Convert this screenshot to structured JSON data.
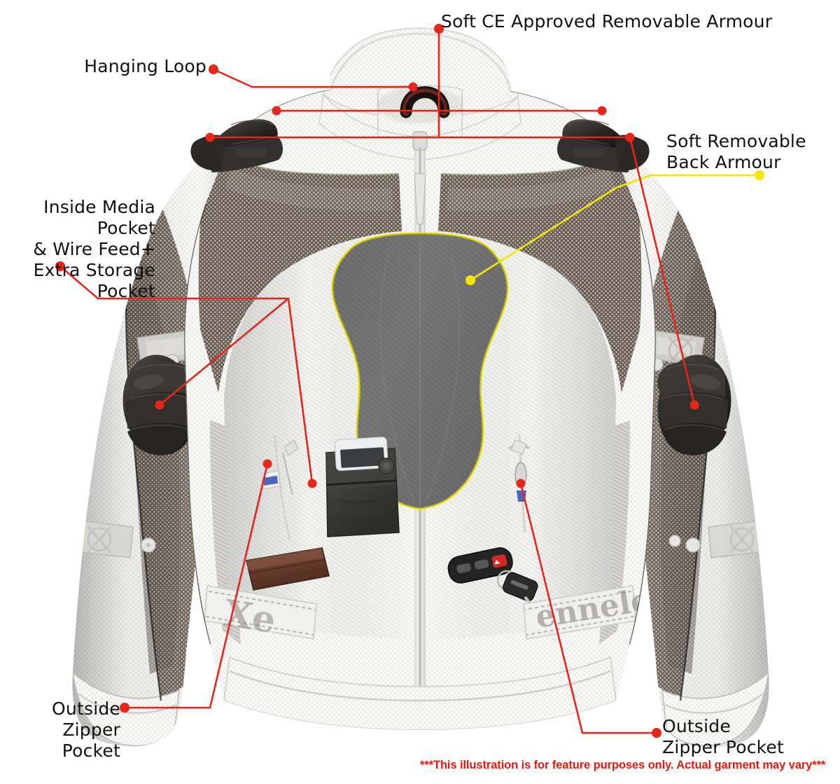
{
  "illustration": {
    "title": "Motorcycle Mesh Jacket Feature Illustration",
    "disclaimer": "***This illustration is for feature purposes only.  Actual garment may vary***",
    "colors": {
      "leader_red": "#e8251c",
      "leader_yellow": "#f2e800",
      "label_text": "#111111",
      "disclaimer_red": "#e01b12",
      "mesh_white": "#f2f2f0",
      "mesh_grey": "#c9c9c6",
      "mesh_brown": "#6d6158",
      "armour_black": "#2a2724",
      "back_armour_grey": "#6f6f6f",
      "wallet_brown": "#6d4233",
      "pocket_dark": "#3c3c3a",
      "phone_white": "#eceef0",
      "key_red": "#cf2b22",
      "zip_blue": "#2f4fb5"
    },
    "callouts": [
      {
        "id": "soft-ce-approved-removable-armour",
        "text": "Soft CE Approved Removable Armour",
        "leader_color": "#e8251c",
        "align": "left"
      },
      {
        "id": "hanging-loop",
        "text": "Hanging Loop",
        "leader_color": "#e8251c",
        "align": "right"
      },
      {
        "id": "soft-removable-back-armour",
        "text": "Soft Removable\nBack Armour",
        "leader_color": "#f2e800",
        "align": "left"
      },
      {
        "id": "inside-media-pocket",
        "text": "Inside Media Pocket\n& Wire Feed+\nExtra Storage Pocket",
        "leader_color": "#e8251c",
        "align": "right"
      },
      {
        "id": "outside-zipper-pocket-left",
        "text": "Outside\nZipper Pocket",
        "leader_color": "#e8251c",
        "align": "right"
      },
      {
        "id": "outside-zipper-pocket-right",
        "text": "Outside\nZipper Pocket",
        "leader_color": "#e8251c",
        "align": "left"
      }
    ],
    "garment_items": [
      {
        "id": "shoulder-armour-left",
        "label": "shoulder armour"
      },
      {
        "id": "shoulder-armour-right",
        "label": "shoulder armour"
      },
      {
        "id": "elbow-armour-left",
        "label": "elbow armour"
      },
      {
        "id": "elbow-armour-right",
        "label": "elbow armour"
      },
      {
        "id": "back-armour",
        "label": "back armour"
      },
      {
        "id": "hanging-loop-tab",
        "label": "hanging loop"
      },
      {
        "id": "media-pocket",
        "label": "media pocket with phone"
      },
      {
        "id": "wallet",
        "label": "leather wallet"
      },
      {
        "id": "key-fob",
        "label": "car key fob with key"
      },
      {
        "id": "front-zipper",
        "label": "front zipper"
      },
      {
        "id": "waist-strap-left",
        "label": "waist adjustment strap"
      },
      {
        "id": "waist-strap-right",
        "label": "waist adjustment strap"
      }
    ]
  }
}
